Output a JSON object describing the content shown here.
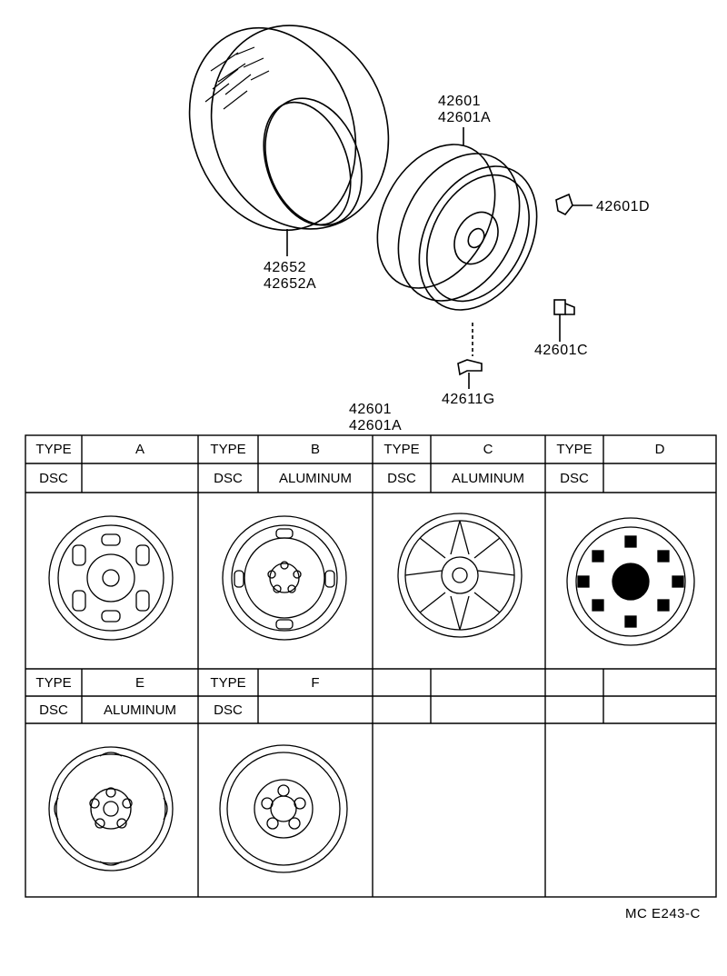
{
  "callouts": {
    "tire": [
      "42652",
      "42652A"
    ],
    "wheel": [
      "42601",
      "42601A"
    ],
    "clip": "42601D",
    "nut": "42601C",
    "valve": "42611G"
  },
  "table": {
    "header": [
      "42601",
      "42601A"
    ],
    "type_label": "TYPE",
    "dsc_label": "DSC",
    "rows": [
      [
        {
          "type": "A",
          "dsc": ""
        },
        {
          "type": "B",
          "dsc": "ALUMINUM"
        },
        {
          "type": "C",
          "dsc": "ALUMINUM"
        },
        {
          "type": "D",
          "dsc": ""
        }
      ],
      [
        {
          "type": "E",
          "dsc": "ALUMINUM"
        },
        {
          "type": "F",
          "dsc": ""
        }
      ]
    ]
  },
  "diagram_code": "MC E243-C"
}
